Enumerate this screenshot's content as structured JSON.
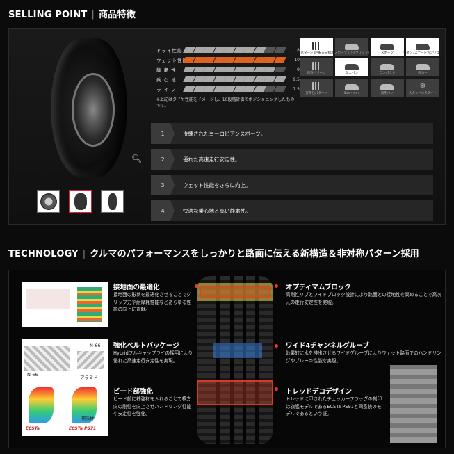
{
  "selling_point": {
    "title": "SELLING POINT",
    "subtitle": "商品特徴"
  },
  "ratings": [
    {
      "label": "ドライ性能",
      "score": 8,
      "value": "8",
      "highlight": false
    },
    {
      "label": "ウェット性能",
      "score": 10,
      "value": "10",
      "highlight": true
    },
    {
      "label": "静 粛 性",
      "score": 9,
      "value": "9",
      "highlight": false
    },
    {
      "label": "乗 心 地",
      "score": 9.5,
      "value": "9.5",
      "highlight": false
    },
    {
      "label": "ラ イ フ",
      "score": 7.5,
      "value": "7.5",
      "highlight": false
    }
  ],
  "ratings_note": "※上記はタイヤ性能をイメージし、10段階評価でポジショニングしたものです。",
  "categories": [
    {
      "label": "非対称パターン (回転方向指定なし)",
      "icon": "pattern",
      "active": true
    },
    {
      "label": "スポーツ (ハイグリップ)",
      "icon": "car",
      "active": false
    },
    {
      "label": "スポーツ",
      "icon": "car",
      "active": true
    },
    {
      "label": "セダン /ステーションワゴン",
      "icon": "car",
      "active": true
    },
    {
      "label": "対称パターン",
      "icon": "pattern",
      "active": false
    },
    {
      "label": "ミニバン",
      "icon": "car",
      "active": true
    },
    {
      "label": "コンパクト",
      "icon": "car",
      "active": false
    },
    {
      "label": "軽カー",
      "icon": "car",
      "active": false
    },
    {
      "label": "方向性パターン",
      "icon": "pattern",
      "active": false
    },
    {
      "label": "SUV・4×4",
      "icon": "car",
      "active": false
    },
    {
      "label": "商用バン",
      "icon": "car",
      "active": false
    },
    {
      "label": "スタッドレスタイヤ",
      "icon": "snowflake",
      "active": false
    }
  ],
  "points": [
    {
      "num": "1",
      "text": "洗練されたヨーロピアンスポーツ。"
    },
    {
      "num": "2",
      "text": "優れた高速走行安定性。"
    },
    {
      "num": "3",
      "text": "ウェット性能をさらに向上。"
    },
    {
      "num": "4",
      "text": "快適な乗心地と高い静粛性。"
    }
  ],
  "technology": {
    "title": "TECHNOLOGY",
    "subtitle": "クルマのパフォーマンスをしっかりと路面に伝える新構造＆非対称パターン採用",
    "left": [
      {
        "title": "接地面の最適化",
        "body": "接地面の形状を最適化させることでグリップ力や耐摩耗性能などあらゆる性能の向上に貢献。"
      },
      {
        "title": "強化ベルトパッケージ",
        "body": "Hybridフルキャップライの採用により優れた高速走行安定性を実現。"
      },
      {
        "title": "ビード部強化",
        "body": "ビード部に補強材を入れることで横方向の剛性を向上させハンドリング性能や安定性を強化。"
      }
    ],
    "right": [
      {
        "title": "オプティマムブロック",
        "body": "高剛性リブとワイドブロック設計により路面との接地性を高めることで高次元の走行安定性を実現。"
      },
      {
        "title": "ワイド4チャンネルグルーブ",
        "body": "効果的に水を排出させるワイドグルーブによりウェット路面でのハンドリングやブレーキ性能を実現。"
      },
      {
        "title": "トレッドデコデザイン",
        "body": "トレッドに印されたチェッカーフラッグの刻印は旗艦モデルであるECSTa PS91と同系統のモデルであるという証。"
      }
    ],
    "image_labels": {
      "n66_a": "N-66",
      "n66_b": "N-66",
      "aramid": "アラミド",
      "reinforce": "補強材",
      "brand_a": "ECSTa",
      "brand_b": "ECSTa PS71"
    }
  }
}
